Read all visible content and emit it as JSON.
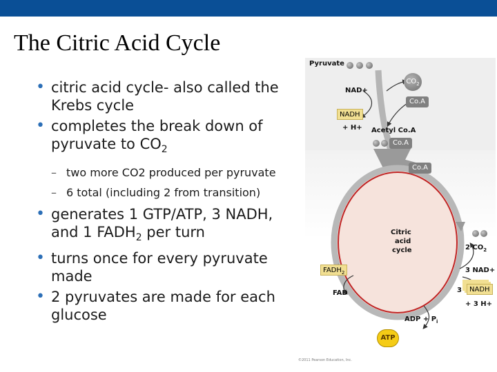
{
  "slide": {
    "title": "The Citric Acid Cycle",
    "bullets": [
      {
        "level": 1,
        "text": "citric acid cycle- also called the Krebs cycle"
      },
      {
        "level": 1,
        "text_prefix": "completes the break down of pyruvate to CO",
        "sub": "2",
        "text_suffix": ""
      },
      {
        "level": 2,
        "text": "two more CO2 produced per pyruvate"
      },
      {
        "level": 2,
        "text": "6 total (including 2 from transition)"
      },
      {
        "level": 1,
        "text_prefix": "generates 1 GTP/ATP, 3 NADH, and 1 FADH",
        "sub": "2",
        "text_suffix": " per turn"
      },
      {
        "level": 1,
        "text": "turns once for every pyruvate made"
      },
      {
        "level": 1,
        "text": "2 pyruvates are made for each glucose"
      }
    ]
  },
  "diagram": {
    "pyruvate": "Pyruvate",
    "co2_top": "CO",
    "co2_top_sub": "2",
    "nad_plus": "NAD+",
    "coa_top": "Co.A",
    "nadh": "NADH",
    "h_plus": "+ H+",
    "acetyl": "Acetyl Co.A",
    "coa_acetyl": "Co.A",
    "coa_release": "Co.A",
    "cycle_line1": "Citric",
    "cycle_line2": "acid",
    "cycle_line3": "cycle",
    "two_co2": "2 CO",
    "two_co2_sub": "2",
    "three_nad": "3 NAD+",
    "three_nadh_prefix": "3",
    "three_nadh": "NADH",
    "three_h": "+ 3 H+",
    "fadh2": "FADH",
    "fadh2_sub": "2",
    "fad": "FAD",
    "adp": "ADP + P",
    "adp_sub": "i",
    "atp": "ATP",
    "copyright": "©2011 Pearson Education, Inc."
  },
  "colors": {
    "top_bar": "#0a4f96",
    "bullet": "#2c6fb7",
    "cycle_fill": "#f6e3dc",
    "cycle_ring": "#c02424",
    "arrow": "#a0a0a0"
  }
}
